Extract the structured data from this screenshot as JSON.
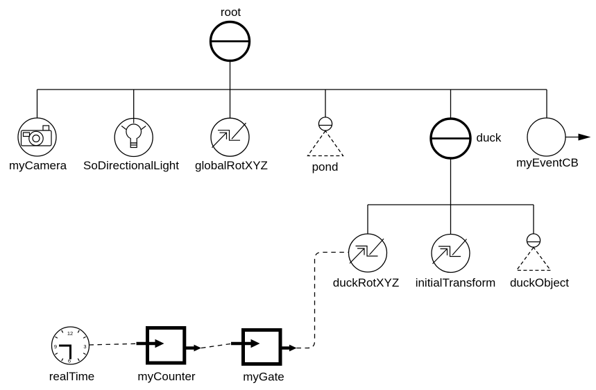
{
  "diagram": {
    "background": "#ffffff",
    "ink": "#000000",
    "line_style_node_edges": "solid",
    "line_style_engine_edges": "dashed",
    "nodes": {
      "root": {
        "label": "root",
        "type": "separator-group"
      },
      "myCamera": {
        "label": "myCamera",
        "type": "camera"
      },
      "SoDirectionalLight": {
        "label": "SoDirectionalLight",
        "type": "directional-light"
      },
      "globalRotXYZ": {
        "label": "globalRotXYZ",
        "type": "transform"
      },
      "pond": {
        "label": "pond",
        "type": "file-subgraph"
      },
      "duck": {
        "label": "duck",
        "type": "separator-group"
      },
      "myEventCB": {
        "label": "myEventCB",
        "type": "event-callback"
      },
      "duckRotXYZ": {
        "label": "duckRotXYZ",
        "type": "transform"
      },
      "initialTransform": {
        "label": "initialTransform",
        "type": "transform"
      },
      "duckObject": {
        "label": "duckObject",
        "type": "file-subgraph"
      },
      "realTime": {
        "label": "realTime",
        "type": "clock-global-field"
      },
      "myCounter": {
        "label": "myCounter",
        "type": "engine"
      },
      "myGate": {
        "label": "myGate",
        "type": "engine"
      }
    },
    "clock": {
      "numerals": [
        "12",
        "3",
        "6",
        "9"
      ]
    },
    "edges": {
      "root_children": [
        "myCamera",
        "SoDirectionalLight",
        "globalRotXYZ",
        "pond",
        "duck",
        "myEventCB"
      ],
      "duck_children": [
        "duckRotXYZ",
        "initialTransform",
        "duckObject"
      ],
      "engine_chain": [
        "realTime",
        "myCounter",
        "myGate",
        "duckRotXYZ"
      ]
    }
  }
}
